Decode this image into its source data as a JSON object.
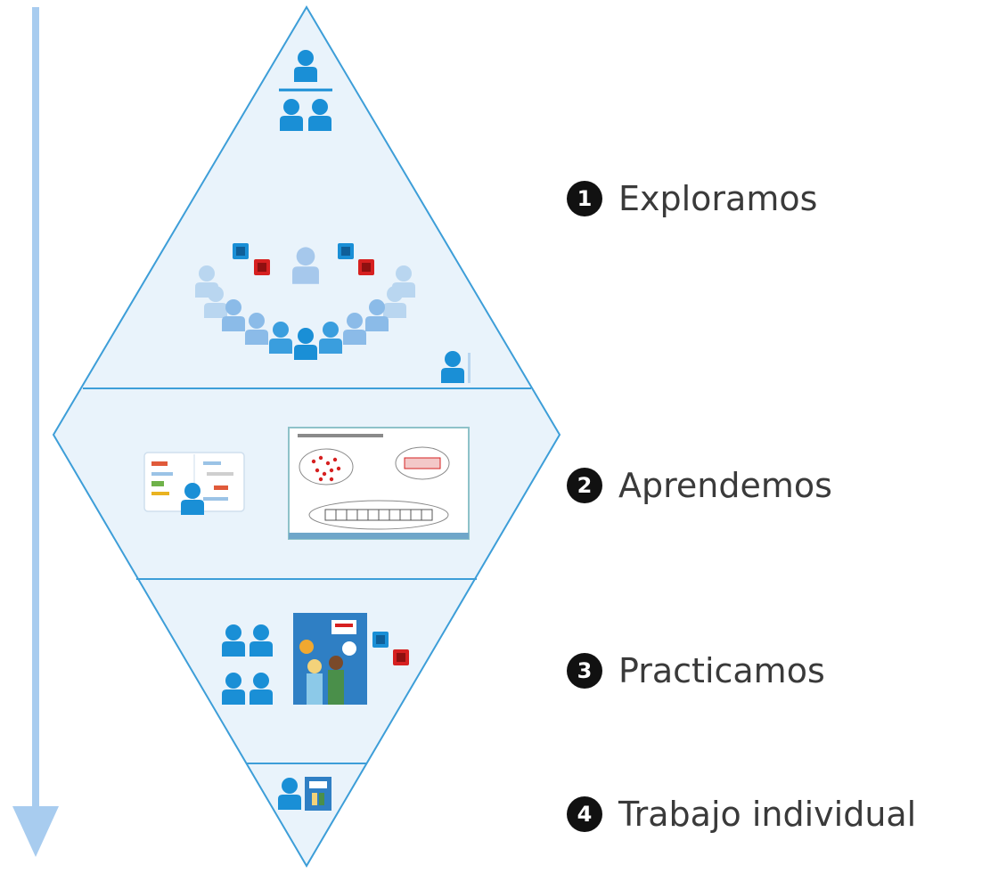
{
  "steps": [
    {
      "number": "1",
      "label": "Exploramos"
    },
    {
      "number": "2",
      "label": "Aprendemos"
    },
    {
      "number": "3",
      "label": "Practicamos"
    },
    {
      "number": "4",
      "label": "Trabajo individual"
    }
  ],
  "colors": {
    "primary_blue": "#1a8fd6",
    "light_blue": "#b9d6f0",
    "pale_blue": "#e9f3fb",
    "line_blue": "#3d9ed8",
    "arrow_blue": "#a8ccef",
    "red": "#d62020"
  },
  "icons": [
    "person-icon",
    "cube-icon",
    "screen-icon",
    "book-icon"
  ]
}
